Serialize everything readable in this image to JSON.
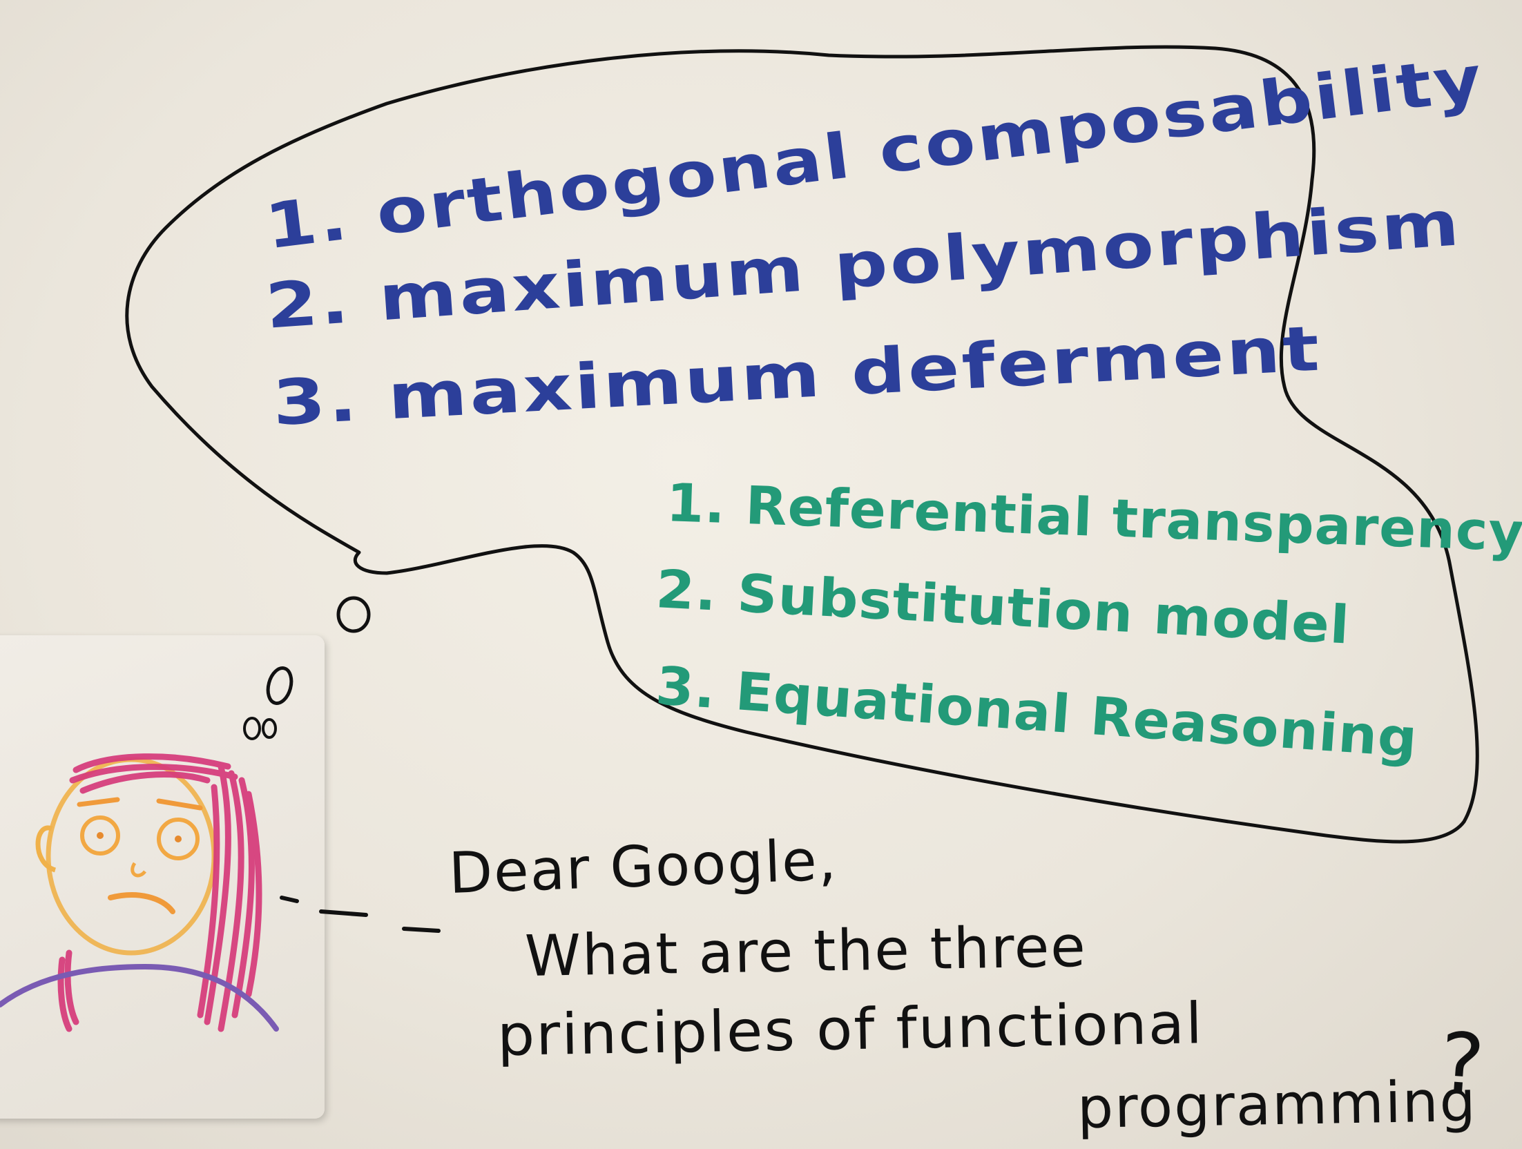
{
  "thought_bubble": {
    "blue_list": [
      "1. orthogonal composability",
      "2. maximum polymorphism",
      "3. maximum deferment"
    ],
    "green_list": [
      "1. Referential transparency",
      "2. Substitution model",
      "3. Equational Reasoning"
    ]
  },
  "question": {
    "line1": "Dear Google,",
    "line2": "What are the three",
    "line3": "principles of functional",
    "line4": "programming",
    "question_mark": "?"
  },
  "colors": {
    "blue_ink": "#2c3f9a",
    "green_ink": "#239a78",
    "black_ink": "#111111",
    "board": "#ebe6dc"
  }
}
